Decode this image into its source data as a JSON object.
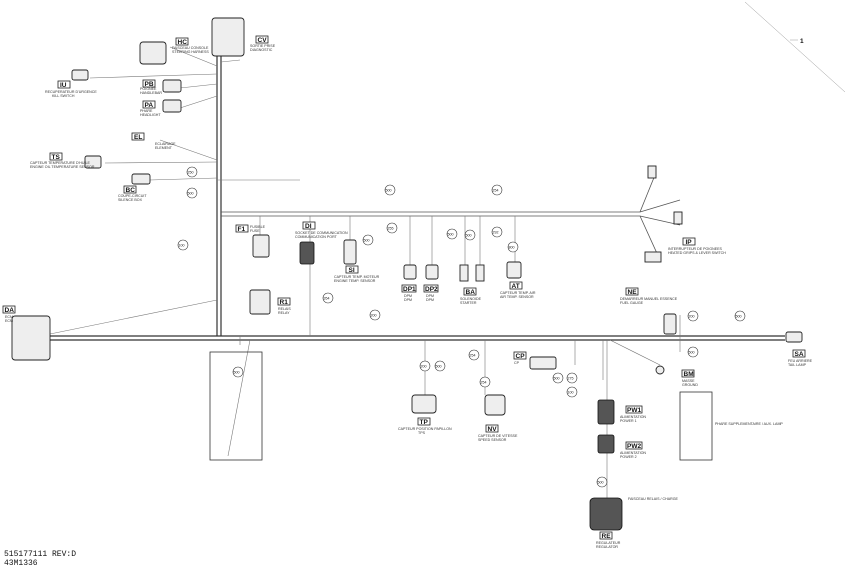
{
  "callout": "1",
  "connectors": [
    {
      "tag": "HC",
      "desc1": "FAISCEAU CONSOLE",
      "desc2": "STEERING HARNESS"
    },
    {
      "tag": "CV",
      "desc1": "SORTIE PRISE",
      "desc2": "DIAGNOSTIC"
    },
    {
      "tag": "IU",
      "desc1": "RECUPERATEUR D'URGENCE",
      "desc2": "KILL SWITCH"
    },
    {
      "tag": "PB",
      "desc1": "POIGNEE",
      "desc2": "HANDLEBAR"
    },
    {
      "tag": "PA",
      "desc1": "PHARE",
      "desc2": "HEADLIGHT"
    },
    {
      "tag": "EL",
      "desc1": "ECLAIRAGE",
      "desc2": "ELEMENT"
    },
    {
      "tag": "TS",
      "desc1": "CAPTEUR TEMPERATURE D'HUILE",
      "desc2": "ENGINE OIL TEMPERATURE SENSOR"
    },
    {
      "tag": "BC",
      "desc1": "COUPE-CIRCUIT",
      "desc2": "SILENCE BOX"
    },
    {
      "tag": "F1",
      "desc1": "FUSIBLE",
      "desc2": "FUSE"
    },
    {
      "tag": "DI",
      "desc1": "SOCKET DE COMMUNICATION",
      "desc2": "COMMUNICATION PORT"
    },
    {
      "tag": "SI",
      "desc1": "CAPTEUR TEMP. MOTEUR",
      "desc2": "ENGINE TEMP. SENSOR"
    },
    {
      "tag": "DP1",
      "desc1": "DPM",
      "desc2": "DPM"
    },
    {
      "tag": "DP2",
      "desc1": "DPM",
      "desc2": "DPM"
    },
    {
      "tag": "BA",
      "desc1": "SOLENOIDE",
      "desc2": "STARTER"
    },
    {
      "tag": "AT",
      "desc1": "CAPTEUR TEMP. AIR",
      "desc2": "AIR TEMP. SENSOR"
    },
    {
      "tag": "IP",
      "desc1": "INTERRUPTEUR DE POIGNEES",
      "desc2": "HEATED GRIPS & LEVER SWITCH"
    },
    {
      "tag": "R1",
      "desc1": "RELAIS",
      "desc2": "RELAY"
    },
    {
      "tag": "DA",
      "desc1": "ECM",
      "desc2": "ECM"
    },
    {
      "tag": "NE",
      "desc1": "DEMARREUR MANUEL ESSENCE",
      "desc2": "FUEL GAUGE"
    },
    {
      "tag": "SA",
      "desc1": "FEU ARRIERE",
      "desc2": "TAIL LAMP"
    },
    {
      "tag": "TP",
      "desc1": "CAPTEUR POSITION PAPILLON",
      "desc2": "TPS"
    },
    {
      "tag": "NV",
      "desc1": "CAPTEUR DE VITESSE",
      "desc2": "SPEED SENSOR"
    },
    {
      "tag": "CP",
      "desc1": "CP",
      "desc2": ""
    },
    {
      "tag": "BM",
      "desc1": "MASSE",
      "desc2": "GROUND"
    },
    {
      "tag": "PW1",
      "desc1": "ALIMENTATION",
      "desc2": "POWER 1"
    },
    {
      "tag": "PW2",
      "desc1": "ALIMENTATION",
      "desc2": "POWER 2"
    },
    {
      "tag": "RE",
      "desc1": "REGULATEUR",
      "desc2": "REGULATOR"
    }
  ],
  "notes": {
    "tail_note": "FAISCEAU RELAIS / CHARGE",
    "lamp_note": "PHARE SUPPLEMENTAIRE / AUX. LAMP"
  },
  "segment_numbers": [
    "250",
    "500",
    "100",
    "500",
    "254",
    "255",
    "500",
    "354",
    "500",
    "292",
    "200",
    "500",
    "500",
    "254",
    "500",
    "275",
    "100",
    "200",
    "500",
    "500",
    "500",
    "254",
    "200",
    "500",
    "800"
  ],
  "footer": {
    "part_number": "515177111 REV:D",
    "drawing_number": "43M1336"
  }
}
